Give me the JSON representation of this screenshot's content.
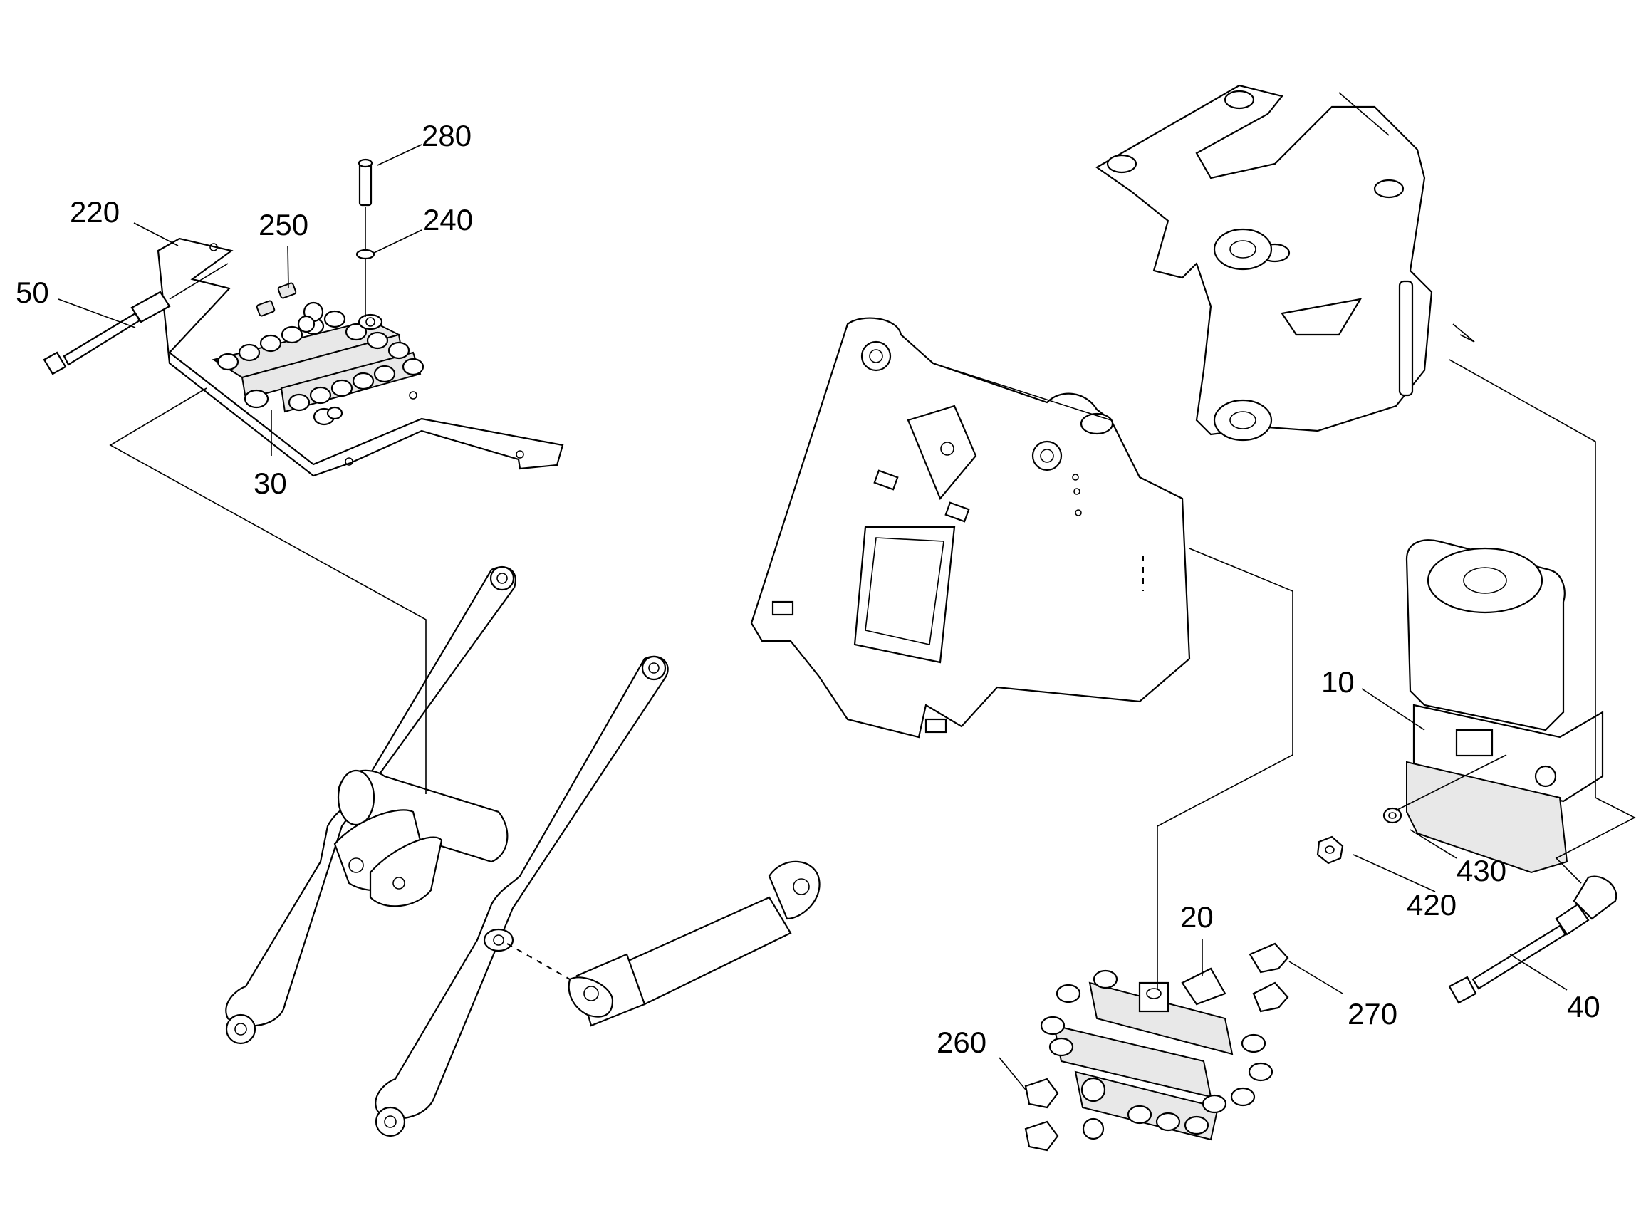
{
  "labels": {
    "l10": "10",
    "l20": "20",
    "l30": "30",
    "l40": "40",
    "l50": "50",
    "l220": "220",
    "l240": "240",
    "l250": "250",
    "l260": "260",
    "l270": "270",
    "l280": "280",
    "l420": "420",
    "l430": "430"
  },
  "colors": {
    "line": "#000000",
    "background": "#ffffff",
    "shade": "#e8e8e8"
  }
}
